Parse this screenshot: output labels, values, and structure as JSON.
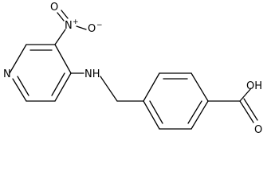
{
  "structure": {
    "atoms": {
      "nitro_o1": "O",
      "nitro_n": "N",
      "nitro_n_charge": "+",
      "nitro_o2": "O",
      "nitro_o2_charge": "−",
      "pyridine_n": "N",
      "amine": "NH",
      "acid_oh": "OH",
      "acid_o": "O"
    }
  }
}
